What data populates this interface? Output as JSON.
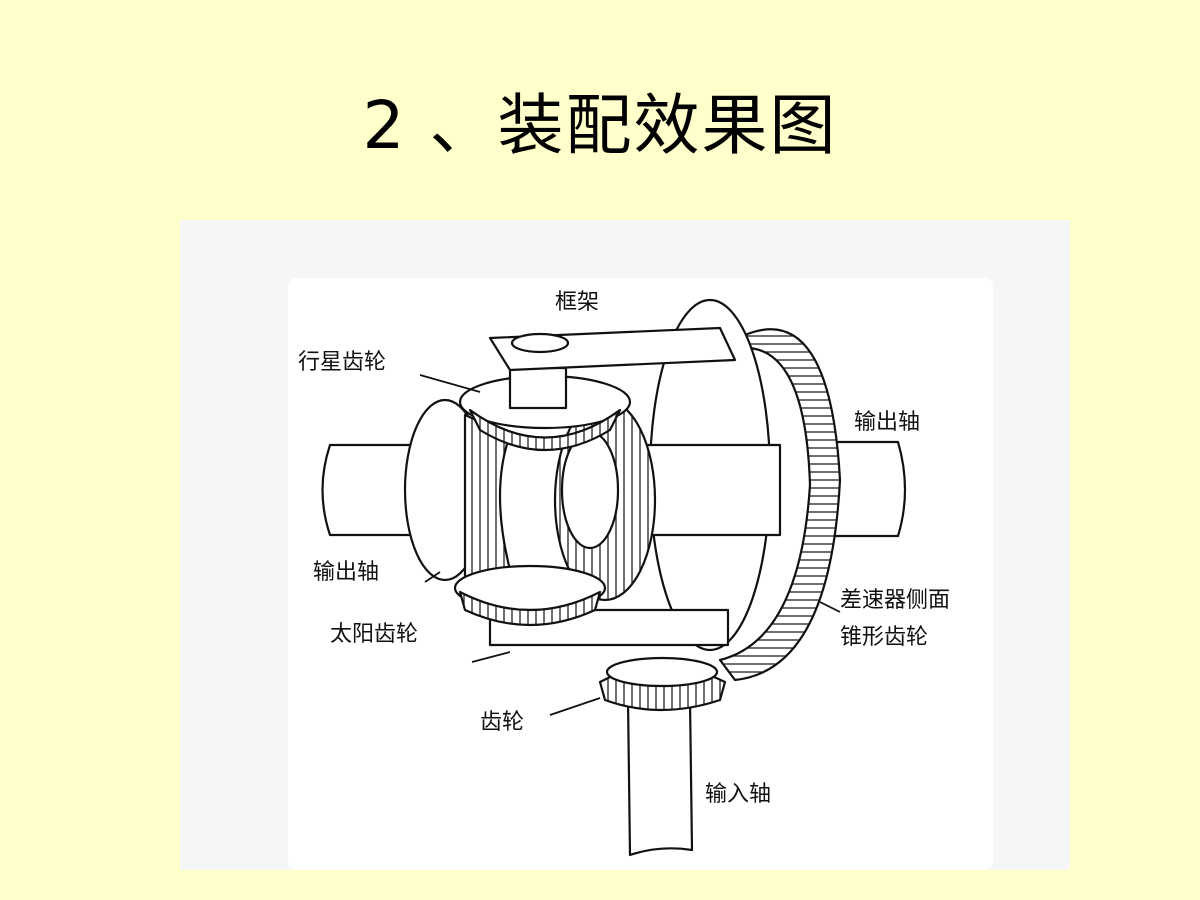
{
  "slide": {
    "title": "2 、装配效果图"
  },
  "diagram": {
    "labels": {
      "frame": "框架",
      "planet_gear": "行星齿轮",
      "output_shaft_right": "输出轴",
      "output_shaft_left": "输出轴",
      "sun_gear": "太阳齿轮",
      "side_bevel_gear_line1": "差速器侧面",
      "side_bevel_gear_line2": "锥形齿轮",
      "gear": "齿轮",
      "input_shaft": "输入轴"
    }
  }
}
